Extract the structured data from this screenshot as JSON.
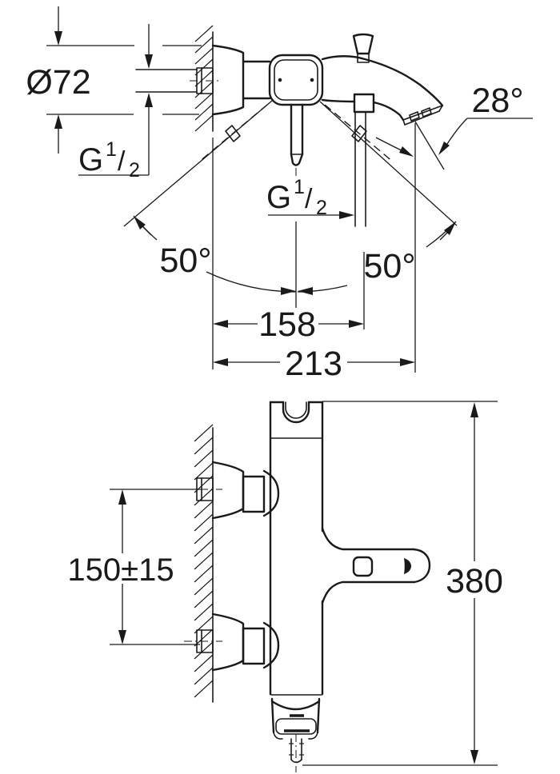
{
  "drawing": {
    "colors": {
      "line": "#1a1a1a",
      "background": "#ffffff"
    },
    "labels": {
      "escutcheon_diameter": "Ø72",
      "wall_thread": {
        "base": "G",
        "sup": "1",
        "slash": "/",
        "sub": "2"
      },
      "shower_thread": {
        "base": "G",
        "sup": "1",
        "slash": "/",
        "sub": "2"
      },
      "spout_angle": "28°",
      "swivel_left": "50°",
      "swivel_right": "50°",
      "depth_to_shower_outlet": "158",
      "depth_total": "213",
      "connection_spacing": "150±15",
      "overall_height": "380"
    }
  }
}
